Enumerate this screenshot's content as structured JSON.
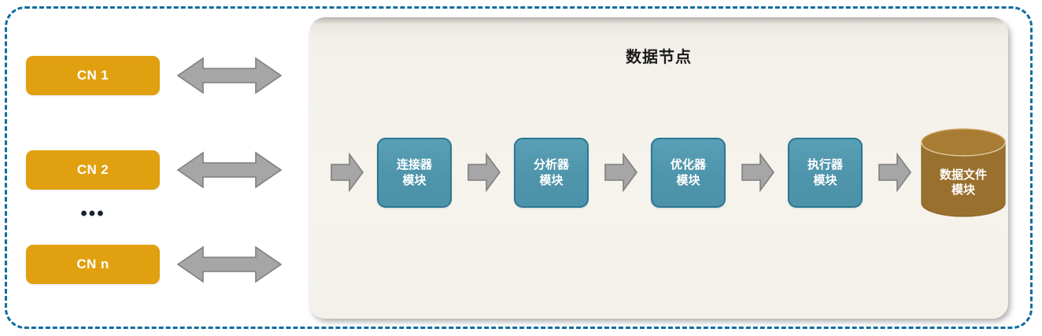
{
  "diagram": {
    "title_outer": "",
    "cluster": {
      "border_color": "#0e6d9e",
      "nodes": [
        {
          "id": "cn-1",
          "label": "CN 1"
        },
        {
          "id": "cn-2",
          "label": "CN 2"
        },
        {
          "id": "cn-n",
          "label": "CN n"
        }
      ],
      "ellipsis": "•••",
      "node_color": "#e0a00f",
      "connector_arrow_color": "#a6a6a6"
    },
    "panel": {
      "title": "数据节点",
      "background_color": "#f5f2ec",
      "modules": [
        {
          "id": "connector",
          "line1": "连接器",
          "line2": "模块"
        },
        {
          "id": "parser",
          "line1": "分析器",
          "line2": "模块"
        },
        {
          "id": "optimizer",
          "line1": "优化器",
          "line2": "模块"
        },
        {
          "id": "executor",
          "line1": "执行器",
          "line2": "模块"
        }
      ],
      "module_color": "#4e94ab",
      "module_border_color": "#2b7794",
      "storage": {
        "id": "data-file",
        "line1": "数据文件",
        "line2": "模块",
        "color": "#99702d"
      },
      "flow_arrows": 5,
      "flow_arrow_color": "#a6a6a6"
    }
  }
}
